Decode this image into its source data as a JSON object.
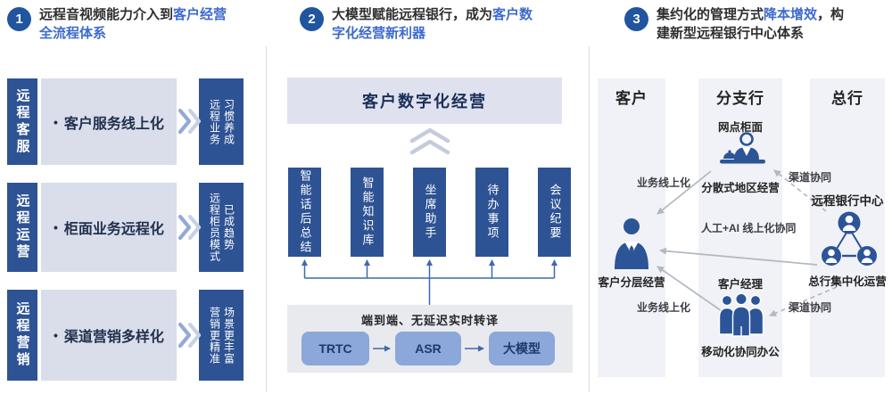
{
  "headers": [
    {
      "number": "1",
      "pre": "远程音视频能力介入到",
      "highlight": "客户经营全流程体系",
      "post": ""
    },
    {
      "number": "2",
      "pre": "大模型赋能远程银行，成为",
      "highlight": "客户数字化经营新利器",
      "post": ""
    },
    {
      "number": "3",
      "pre": "集约化的管理方式",
      "highlight": "降本增效",
      "post": "，构建新型远程银行中心体系"
    }
  ],
  "left_panel": {
    "bullet": "•",
    "rows": [
      {
        "category": "远程客服",
        "item": "客户服务线上化",
        "result_col1": "远程业务",
        "result_col2": "习惯养成"
      },
      {
        "category": "远程运营",
        "item": "柜面业务远程化",
        "result_col1": "远程柜员模式",
        "result_col2": "已成趋势"
      },
      {
        "category": "远程营销",
        "item": "渠道营销多样化",
        "result_col1": "营销更精准",
        "result_col2": "场景更丰富"
      }
    ]
  },
  "middle_panel": {
    "title": "客户数字化经营",
    "pillars": [
      "智能话后总结",
      "智能知识库",
      "坐席助手",
      "待办事项",
      "会议纪要"
    ],
    "pipeline": {
      "title": "端到端、无延迟实时转译",
      "steps": [
        "TRTC",
        "ASR",
        "大模型"
      ]
    }
  },
  "right_panel": {
    "columns": [
      "客户",
      "分支行",
      "总行"
    ],
    "branch": {
      "top_label": "网点柜面",
      "top_caption": "分散式地区经营",
      "bottom_label": "客户经理",
      "bottom_caption": "移动化协同办公"
    },
    "customer": {
      "caption": "客户分层经营"
    },
    "headquarters": {
      "label": "远程银行中心",
      "caption": "总行集中化运营"
    },
    "arrow_labels": {
      "biz_online_top": "业务线上化",
      "channel_top": "渠道协同",
      "ai_collab": "人工+AI 线上化协同",
      "biz_online_bottom": "业务线上化",
      "channel_bottom": "渠道协同"
    }
  },
  "colors": {
    "dark_blue_box": "#2e5394",
    "icon_blue": "#2b5597",
    "number_circle": "#2155a0",
    "highlight_text": "#3d6bce",
    "light_item_box": "#d9deea",
    "mid_title_box": "#dfe2ee",
    "pipe_box": "#e9eaee",
    "step_box": "#8ca7d9",
    "strip_bg": "#f1f2f7",
    "connector_blue": "#3f68b0",
    "arrow_gray": "#b3b7c0",
    "chevron_dark": "#93a9d6",
    "chevron_light": "#c7d0e7"
  }
}
